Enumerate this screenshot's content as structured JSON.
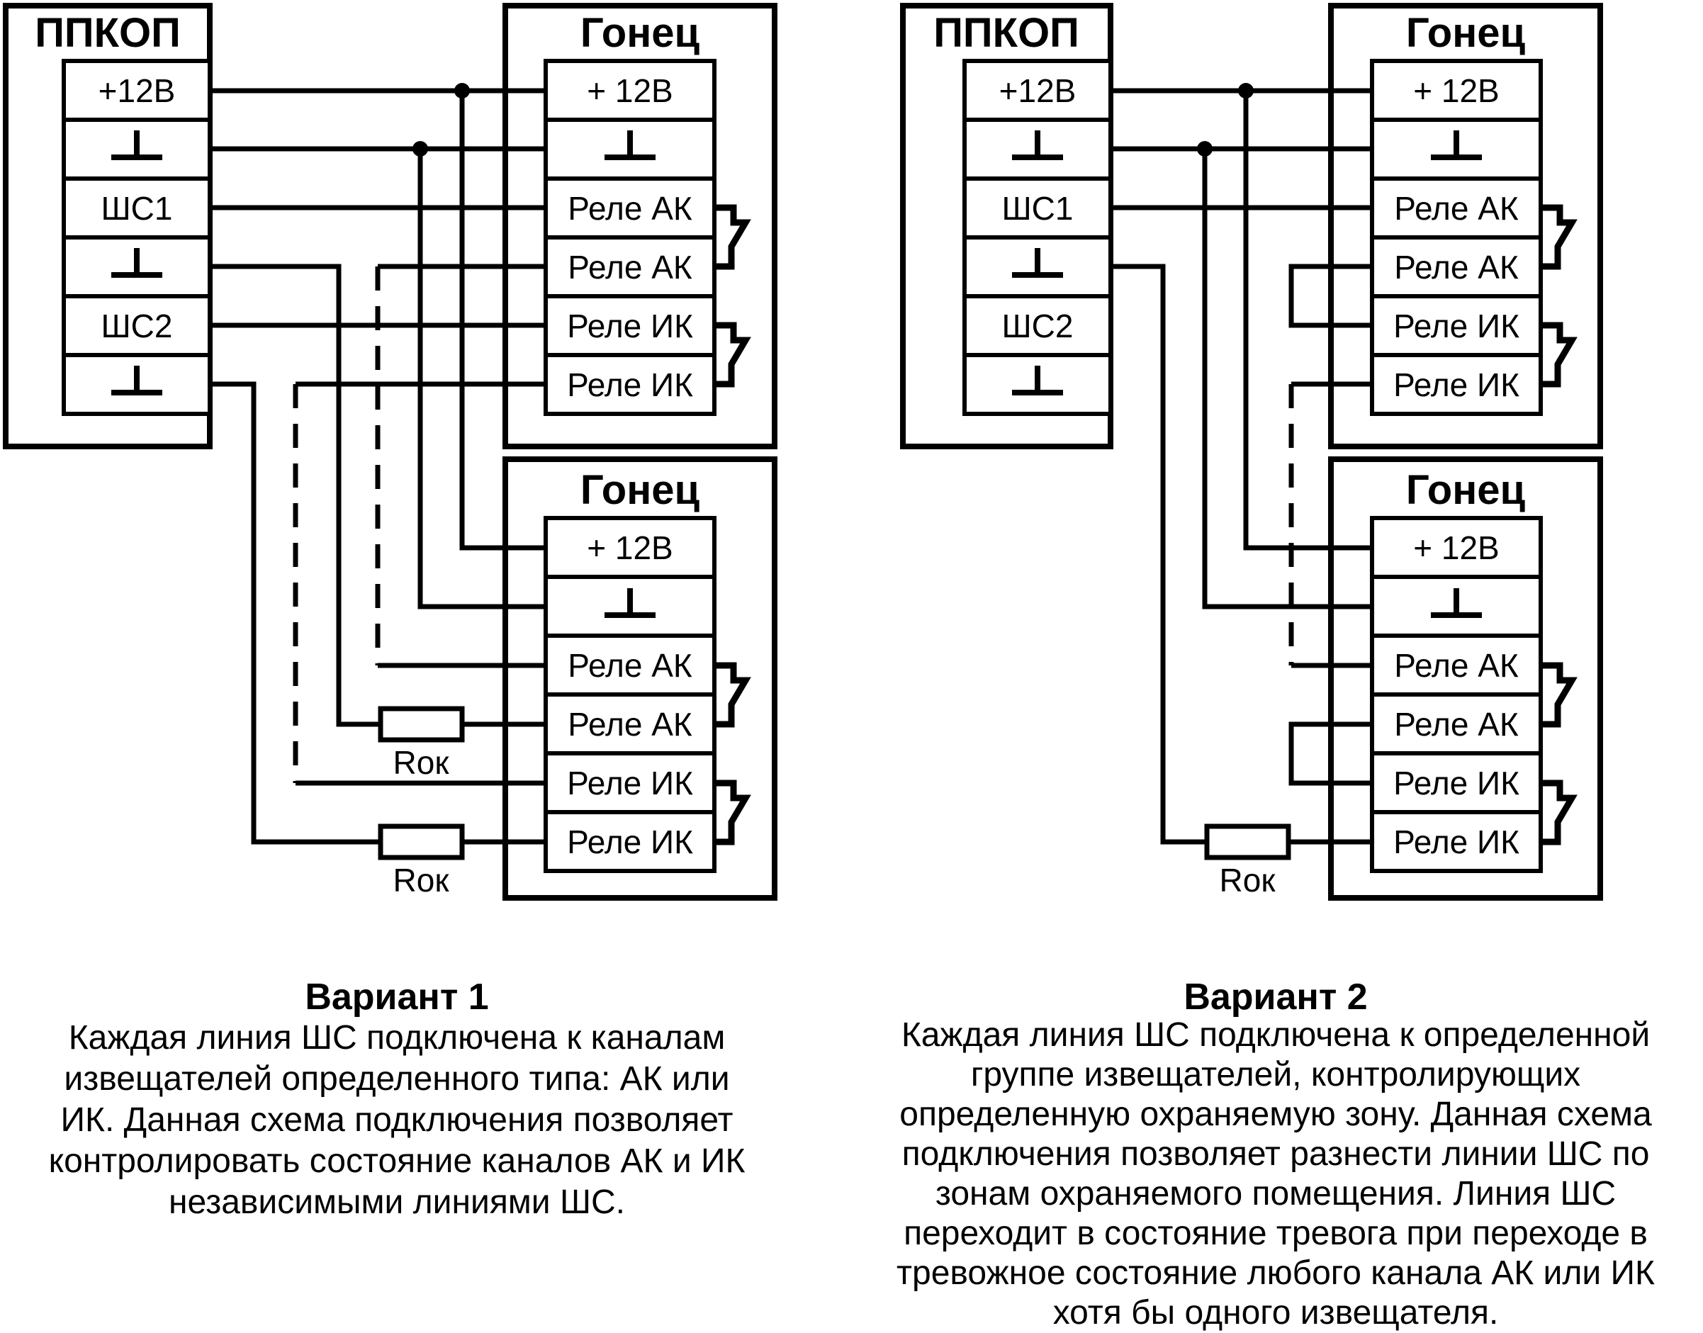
{
  "colors": {
    "ink": "#000000",
    "background": "#ffffff"
  },
  "variant1": {
    "ppkop": {
      "title": "ППКОП",
      "terminals": [
        "+12В",
        "⊥",
        "ШС1",
        "⊥",
        "ШС2",
        "⊥"
      ]
    },
    "gonets_top": {
      "title": "Гонец",
      "terminals": [
        "+ 12В",
        "⊥",
        "Реле АК",
        "Реле АК",
        "Реле ИК",
        "Реле ИК"
      ]
    },
    "gonets_bottom": {
      "title": "Гонец",
      "terminals": [
        "+ 12В",
        "⊥",
        "Реле АК",
        "Реле АК",
        "Реле ИК",
        "Реле ИК"
      ]
    },
    "resistor_labels": [
      "Rок",
      "Rок"
    ],
    "caption": {
      "title": "Вариант 1",
      "lines": [
        "Каждая линия ШС подключена к каналам",
        "извещателей определенного типа: АК или",
        "ИК. Данная схема подключения позволяет",
        "контролировать состояние каналов АК и ИК",
        "независимыми линиями ШС."
      ]
    }
  },
  "variant2": {
    "ppkop": {
      "title": "ППКОП",
      "terminals": [
        "+12В",
        "⊥",
        "ШС1",
        "⊥",
        "ШС2",
        "⊥"
      ]
    },
    "gonets_top": {
      "title": "Гонец",
      "terminals": [
        "+ 12В",
        "⊥",
        "Реле АК",
        "Реле АК",
        "Реле ИК",
        "Реле ИК"
      ]
    },
    "gonets_bottom": {
      "title": "Гонец",
      "terminals": [
        "+ 12В",
        "⊥",
        "Реле АК",
        "Реле АК",
        "Реле ИК",
        "Реле ИК"
      ]
    },
    "resistor_labels": [
      "Rок"
    ],
    "caption": {
      "title": "Вариант 2",
      "lines": [
        "Каждая линия ШС подключена к определенной",
        "группе извещателей, контролирующих",
        "определенную охраняемую зону. Данная схема",
        "подключения позволяет разнести линии ШС по",
        "зонам охраняемого помещения. Линия ШС",
        "переходит в состояние тревога  при переходе в",
        "тревожное состояние любого канала АК или ИК",
        "хотя бы одного извещателя."
      ]
    }
  }
}
